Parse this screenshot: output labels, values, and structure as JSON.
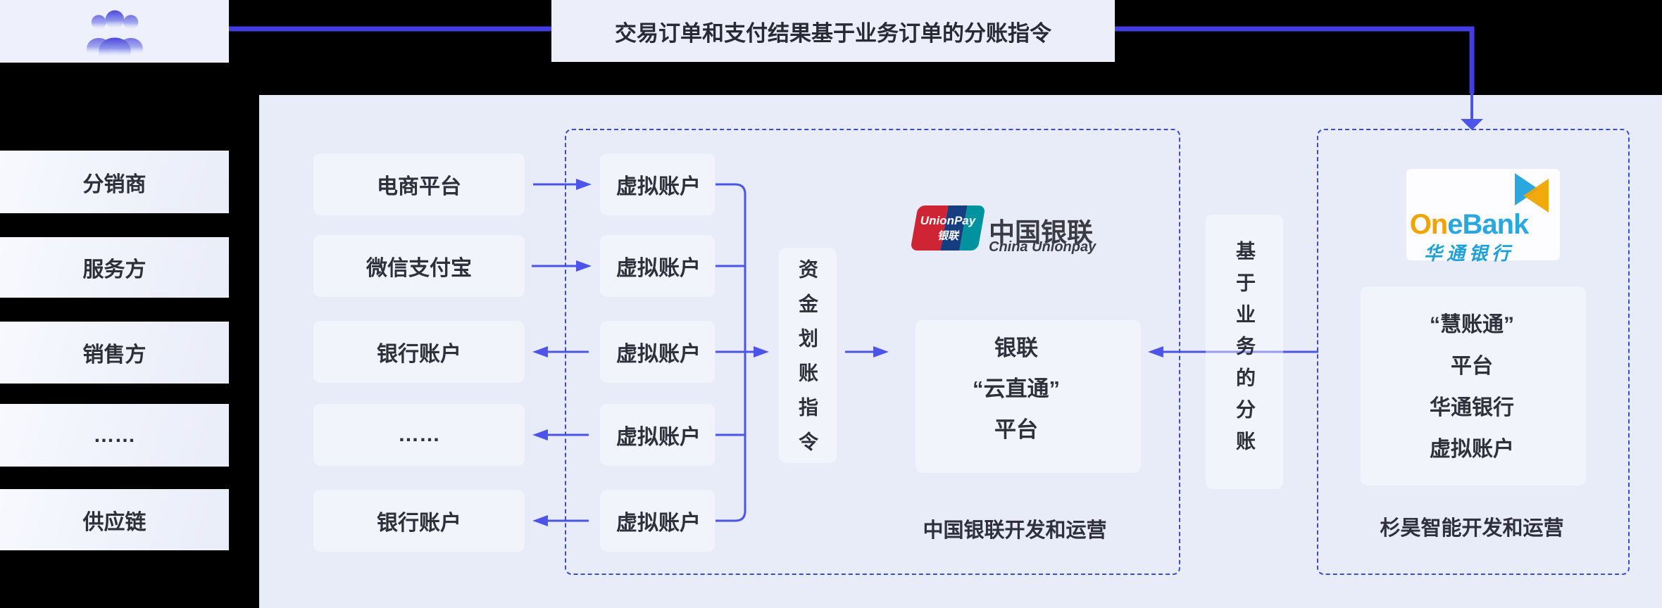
{
  "top": {
    "banner": "交易订单和支付结果基于业务订单的分账指令",
    "users_icon": "group-of-people"
  },
  "left_column": {
    "items": [
      "分销商",
      "服务方",
      "销售方",
      "……",
      "供应链"
    ]
  },
  "flow": {
    "source_accounts": [
      "电商平台",
      "微信支付宝",
      "银行账户",
      "……",
      "银行账户"
    ],
    "virtual_accounts": [
      "虚拟账户",
      "虚拟账户",
      "虚拟账户",
      "虚拟账户",
      "虚拟账户"
    ],
    "transfer_instruction_vertical": "资金划账指令",
    "split_basis_vertical": "基于业务的分账"
  },
  "unionpay": {
    "card_line1": "UnionPay",
    "card_line2": "银联",
    "brand_cn": "中国银联",
    "brand_en": "China Unionpay",
    "platform_lines": [
      "银联",
      "“云直通”",
      "平台"
    ],
    "footnote": "中国银联开发和运营"
  },
  "onebank": {
    "logo_on": "On",
    "logo_e": "e",
    "logo_bank": "Bank",
    "logo_sub": "华通银行",
    "platform_lines": [
      "“慧账通”",
      "平台",
      "华通银行",
      "虚拟账户"
    ],
    "footnote": "杉昊智能开发和运营"
  },
  "colors": {
    "background": "#000000",
    "panel": "#e8ecf8",
    "thick_line_blue": "#423ce2",
    "arrow_blue": "#4d55e8",
    "dashed_border_blue": "#3c4bd3",
    "text_dark": "#2e313c",
    "unionpay_red": "#cf2433",
    "unionpay_navy": "#153e80",
    "unionpay_teal": "#00929e",
    "onebank_orange": "#f1a400",
    "onebank_blue": "#2aa7de",
    "people_icon_purple": "#4c49d9"
  }
}
